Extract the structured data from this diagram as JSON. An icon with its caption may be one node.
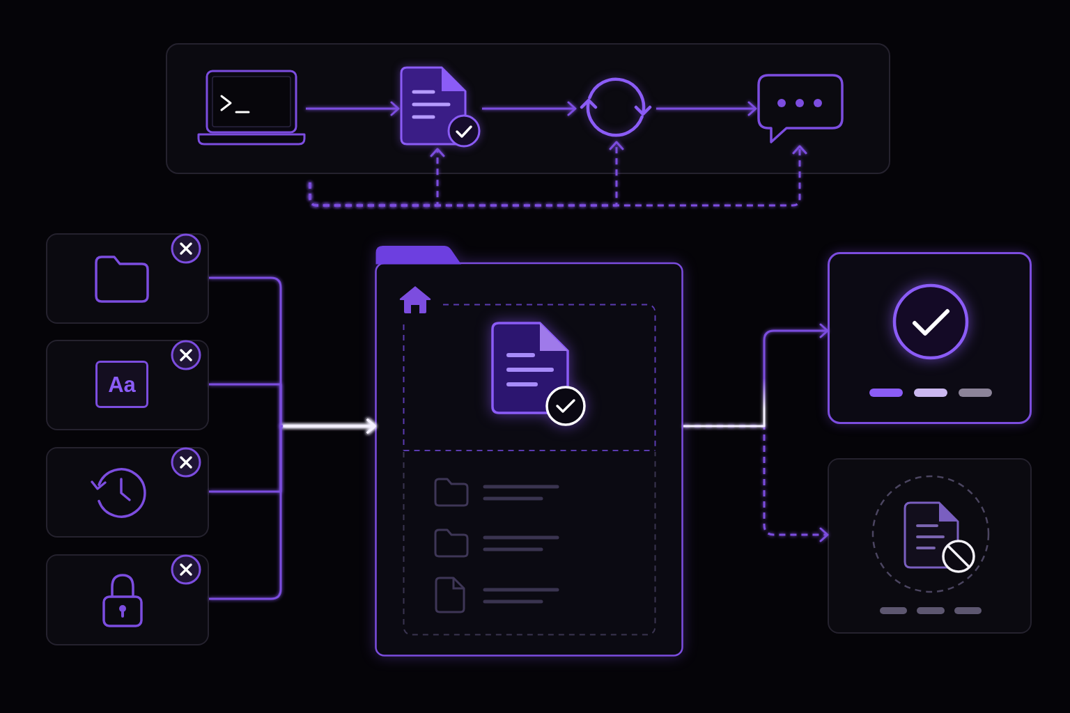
{
  "diagram": {
    "nodes": [
      {
        "text": [],
        "shape": "box"
      },
      {
        "text": [],
        "shape": "picture",
        "in": 0
      },
      {
        "text": [],
        "shape": "picture",
        "in": 0
      },
      {
        "text": [],
        "shape": "picture",
        "in": 0
      },
      {
        "text": [],
        "shape": "picture",
        "in": 0
      },
      {
        "text": [],
        "shape": "box"
      },
      {
        "text": [
          "Aa"
        ]
      },
      {
        "text": [],
        "shape": "box"
      },
      {
        "text": [],
        "shape": "box"
      },
      {
        "text": [],
        "shape": "folder"
      },
      {
        "text": [],
        "shape": "box"
      },
      {
        "text": [],
        "shape": "box"
      }
    ],
    "edges": [
      {
        "from": 1,
        "to": 2,
        "arrow": "to"
      },
      {
        "from": 2,
        "to": 3,
        "arrow": "to"
      },
      {
        "from": 3,
        "to": 4,
        "arrow": "to"
      },
      {
        "from": null,
        "to": 2,
        "arrow": "to",
        "style": "dashed"
      },
      {
        "from": null,
        "to": 3,
        "arrow": "to",
        "style": "dashed"
      },
      {
        "from": null,
        "to": 4,
        "arrow": "to",
        "style": "dashed"
      },
      {
        "from": 5,
        "to": 9,
        "arrow": "to"
      },
      {
        "from": 6,
        "to": 9,
        "arrow": "to"
      },
      {
        "from": 7,
        "to": 9,
        "arrow": "to"
      },
      {
        "from": 8,
        "to": 9,
        "arrow": "to"
      },
      {
        "from": 9,
        "to": 10,
        "arrow": "to"
      },
      {
        "from": 9,
        "to": 11,
        "arrow": "to",
        "style": "dashed"
      }
    ]
  }
}
